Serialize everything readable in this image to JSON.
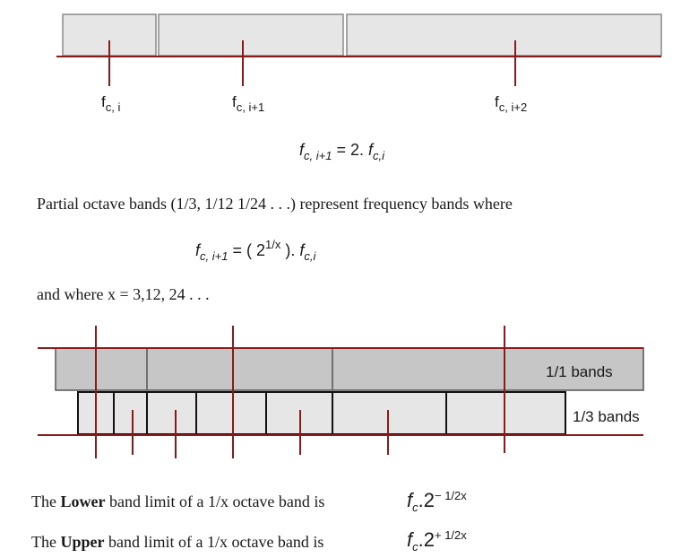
{
  "top_diagram": {
    "labels": [
      {
        "f": "f",
        "sub": "c, i"
      },
      {
        "f": "f",
        "sub": "c, i+1"
      },
      {
        "f": "f",
        "sub": "c, i+2"
      }
    ]
  },
  "equation1": {
    "lhs_f": "f",
    "lhs_sub": "c, i+1",
    "eq": " = 2. ",
    "rhs_f": "f",
    "rhs_sub": "c,i"
  },
  "paragraph1": "Partial octave bands (1/3, 1/12 1/24 . . .) represent frequency bands where",
  "equation2": {
    "lhs_f": "f",
    "lhs_sub": "c, i+1",
    "eq": " = ( 2",
    "exp": "1/x",
    "close": " ). ",
    "rhs_f": "f",
    "rhs_sub": "c,i"
  },
  "paragraph2": "and where x = 3,12, 24 . . .",
  "bottom_diagram": {
    "label_1_1": "1/1 bands",
    "label_1_3": "1/3 bands"
  },
  "lower_limit": {
    "pre": "The ",
    "bold": "Lower",
    "post": " band limit of a 1/x octave band is",
    "f": "f",
    "sub": "c",
    "base": ".2",
    "exp": "− 1/2x"
  },
  "upper_limit": {
    "pre": "The ",
    "bold": "Upper",
    "post": " band limit of a 1/x octave band is",
    "f": "f",
    "sub": "c",
    "base": ".2",
    "exp": "+ 1/2x"
  },
  "colors": {
    "band_fill": "#e6e6e6",
    "band_dark_fill": "#c6c6c6",
    "line_red": "#8b1a1a",
    "band_stroke": "#8a8a8a"
  }
}
